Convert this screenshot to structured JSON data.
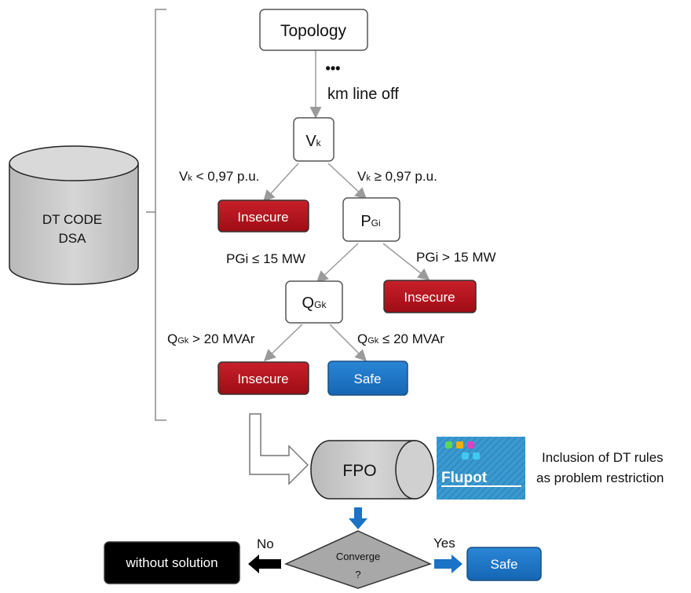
{
  "database": {
    "line1": "DT CODE",
    "line2": "DSA"
  },
  "tree": {
    "root": "Topology",
    "ellipsis": "•••",
    "root_edge": "km line off",
    "node1": {
      "label_main": "V",
      "label_sub": "k"
    },
    "edge_v_left": {
      "main": "V",
      "sub": "k",
      "rest": " < 0,97 p.u."
    },
    "edge_v_right": {
      "main": "V",
      "sub": "k",
      "rest": " ≥ 0,97 p.u."
    },
    "insecure_1": "Insecure",
    "node2": {
      "label_main": "P",
      "label_sub": "Gi"
    },
    "edge_p_left": "PGi ≤ 15 MW",
    "edge_p_right": "PGi  > 15 MW",
    "insecure_2": "Insecure",
    "node3": {
      "label_main": "Q",
      "label_sub": "Gk"
    },
    "edge_q_left": {
      "main": "Q",
      "sub": "Gk",
      "rest": " > 20 MVAr"
    },
    "edge_q_right": {
      "main": "Q",
      "sub": "Gk",
      "rest": " ≤ 20 MVAr"
    },
    "insecure_3": "Insecure",
    "safe_1": "Safe"
  },
  "optimization": {
    "fpo_label": "FPO",
    "flupot_logo_text": "Flupot",
    "note_line1": "Inclusion of DT rules",
    "note_line2": "as problem restriction"
  },
  "decision": {
    "label_line1": "Converge",
    "label_line2": "?",
    "no_label": "No",
    "yes_label": "Yes",
    "no_result": "without solution",
    "yes_result": "Safe"
  },
  "colors": {
    "insecure": "#b3101a",
    "safe": "#1a73c6",
    "cylinder": "#c8c8c8",
    "no_result": "#000000"
  }
}
